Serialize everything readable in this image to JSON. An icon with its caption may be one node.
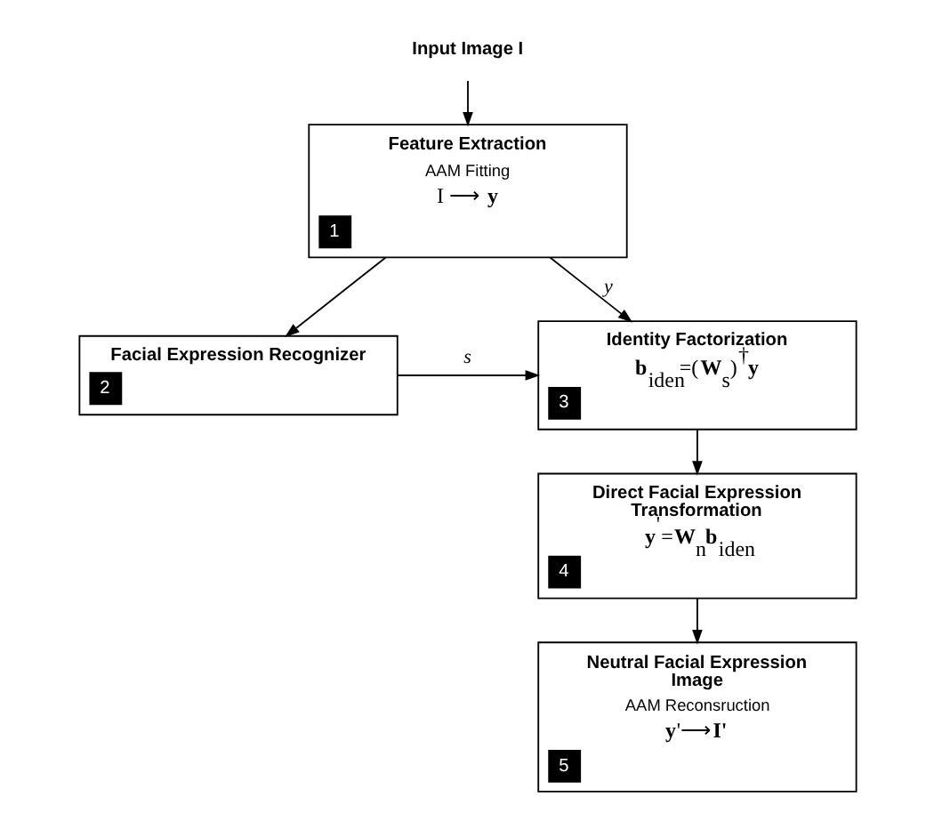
{
  "diagram": {
    "nodes": [
      {
        "text": [
          "Input Image I"
        ]
      },
      {
        "text": [
          "Feature Extraction",
          "AAM Fitting",
          "I ⟶ **y**",
          "1"
        ]
      },
      {
        "text": [
          "Facial Expression Recognizer",
          "2"
        ]
      },
      {
        "text": [
          "Identity Factorization",
          "**b**$_{iden}$=(**W**$_{s}$)$^{†}$**y**",
          "3"
        ]
      },
      {
        "text": [
          "Direct Facial Expression Transformation",
          "**y**$^{'}$=**W**$_{n}$**b**$_{iden}$",
          "4"
        ]
      },
      {
        "text": [
          "Neutral Facial Expression Image",
          "AAM Reconsruction",
          "**y**'⟶**I'**",
          "5"
        ]
      }
    ],
    "edges": [
      {
        "from": 0,
        "to": 1,
        "arrow": "to"
      },
      {
        "from": 1,
        "to": 2,
        "arrow": "to"
      },
      {
        "from": 1,
        "to": 3,
        "label": "y",
        "arrow": "to"
      },
      {
        "from": 2,
        "to": 3,
        "label": "s",
        "arrow": "to"
      },
      {
        "from": 3,
        "to": 4,
        "arrow": "to"
      },
      {
        "from": 4,
        "to": 5,
        "arrow": "to"
      }
    ]
  }
}
